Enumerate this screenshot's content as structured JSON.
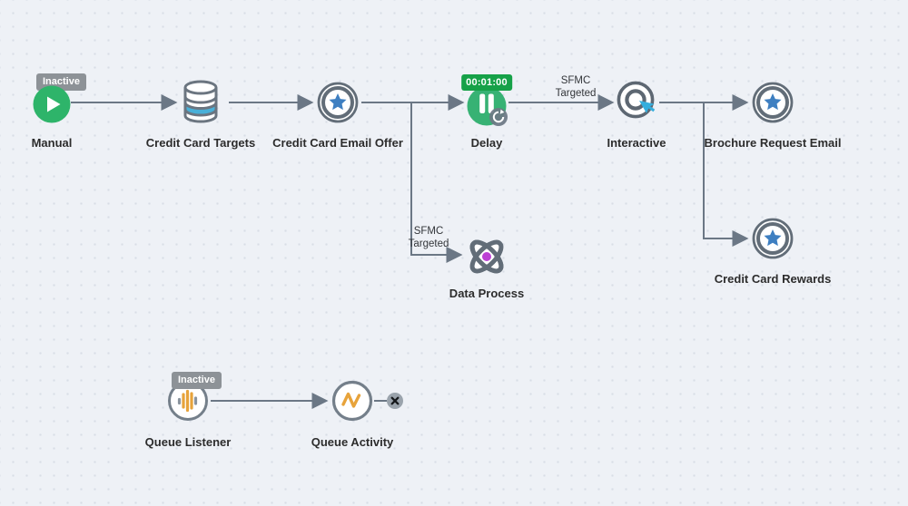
{
  "canvas": {
    "background_color": "#eef1f6",
    "dot_color": "#d8dde6",
    "connector_color": "#6b7785"
  },
  "colors": {
    "activity_green": "#2eb46a",
    "timer_badge_green": "#16a148",
    "star_blue": "#3e7fc1",
    "database_blue": "#49b0d8",
    "cursor_blue": "#35aedd",
    "data_process_magenta": "#bc41d4",
    "queue_orange": "#e7a33b",
    "inactive_badge_gray": "#8d9297",
    "icon_stroke_gray": "#626d78"
  },
  "nodes": {
    "manual": {
      "label": "Manual",
      "badge": "Inactive",
      "icon": "play-icon"
    },
    "credit_card_targets": {
      "label": "Credit Card Targets",
      "icon": "database-icon"
    },
    "credit_card_email_offer": {
      "label": "Credit Card Email Offer",
      "icon": "star-circle-icon"
    },
    "delay": {
      "label": "Delay",
      "timer": "00:01:00",
      "icon": "pause-icon"
    },
    "interactive": {
      "label": "Interactive",
      "icon": "target-cursor-icon"
    },
    "brochure_request_email": {
      "label": "Brochure Request Email",
      "icon": "star-circle-icon"
    },
    "credit_card_rewards": {
      "label": "Credit Card Rewards",
      "icon": "star-circle-icon"
    },
    "data_process": {
      "label": "Data Process",
      "icon": "atom-icon"
    },
    "queue_listener": {
      "label": "Queue Listener",
      "badge": "Inactive",
      "icon": "audio-bars-icon"
    },
    "queue_activity": {
      "label": "Queue Activity",
      "icon": "pulse-icon"
    }
  },
  "edge_labels": {
    "delay_to_interactive": "SFMC\nTargeted",
    "branch_to_data_process": "SFMC\nTargeted"
  }
}
